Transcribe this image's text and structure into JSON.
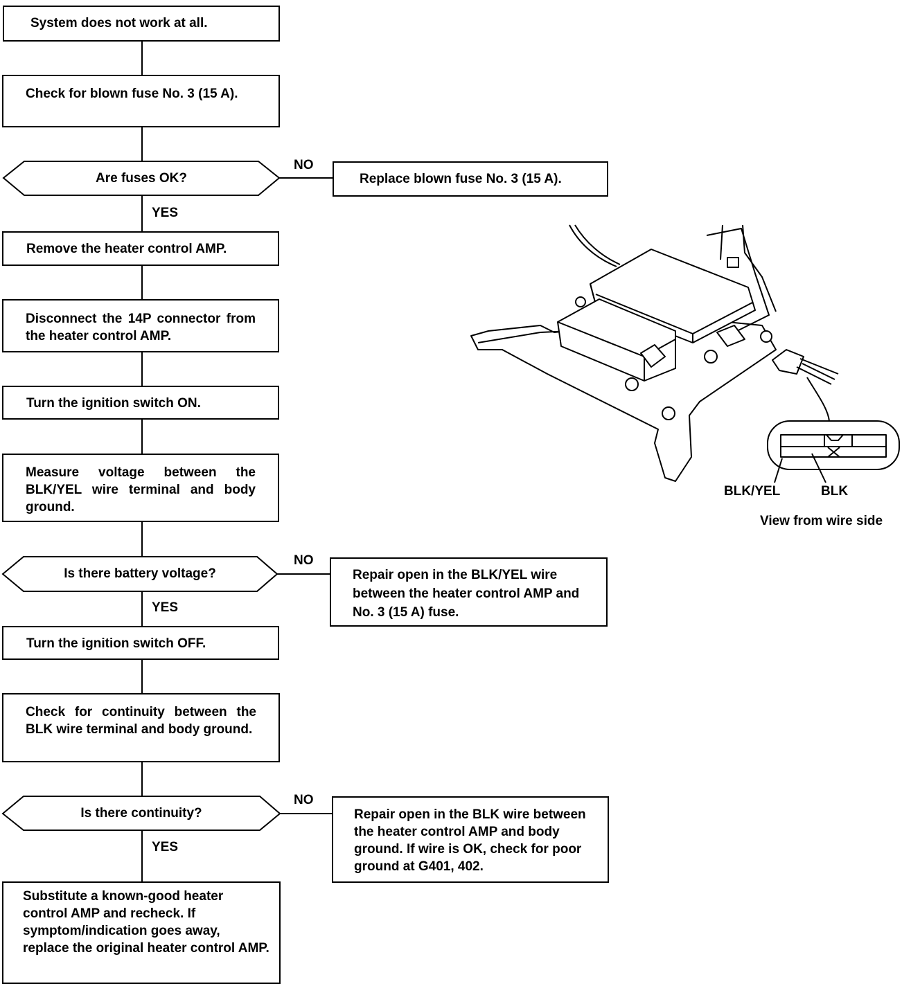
{
  "steps": {
    "s1": "System does not work at all.",
    "s2": "Check for blown fuse No. 3 (15 A).",
    "s3": "Remove the heater control AMP.",
    "s4": "Disconnect the 14P connector from the heater control AMP.",
    "s5": "Turn the ignition switch ON.",
    "s6": "Measure voltage between the BLK/YEL wire terminal and body ground.",
    "s7": "Turn the ignition switch OFF.",
    "s8": "Check for continuity between the BLK wire terminal and body ground.",
    "s9": "Substitute a known-good heater control AMP and recheck. If symptom/indication goes away, replace the original heater control AMP."
  },
  "decisions": {
    "d1": "Are fuses OK?",
    "d2": "Is there battery voltage?",
    "d3": "Is there continuity?"
  },
  "actions": {
    "a1": "Replace blown fuse No. 3 (15 A).",
    "a2": "Repair open in the BLK/YEL wire between the heater control AMP and No. 3 (15 A) fuse.",
    "a3": "Repair open in the BLK wire between the heater control AMP and body ground. If wire is OK, check for poor ground at G401, 402."
  },
  "branch_labels": {
    "yes": "YES",
    "no": "NO"
  },
  "figure": {
    "wire_label_1": "BLK/YEL",
    "wire_label_2": "BLK",
    "caption": "View from wire side"
  }
}
